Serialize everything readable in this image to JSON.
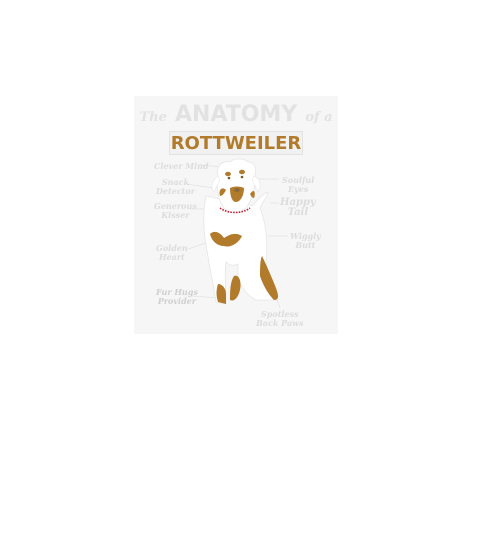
{
  "title": {
    "prefix": "The",
    "main": "ANATOMY",
    "connector": "of a",
    "breed": "ROTTWEILER"
  },
  "labels": {
    "clever_mind": "Clever Mind",
    "snack_detector": [
      "Snack",
      "Detector"
    ],
    "generous_kisser": [
      "Generous",
      "Kisser"
    ],
    "golden_heart": [
      "Golden",
      "Heart"
    ],
    "fur_hugs": [
      "Fur Hugs",
      "Provider"
    ],
    "soulful_eyes": [
      "Soulful",
      "Eyes"
    ],
    "happy_tail": [
      "Happy",
      "Tail"
    ],
    "wiggly_butt": [
      "Wiggly",
      "Butt"
    ],
    "spotless_back_paws": [
      "Spotless",
      "Back Paws"
    ]
  },
  "colors": {
    "brown": "#b27b2c",
    "light": "#e2e2e2",
    "collar": "#c0283c"
  }
}
